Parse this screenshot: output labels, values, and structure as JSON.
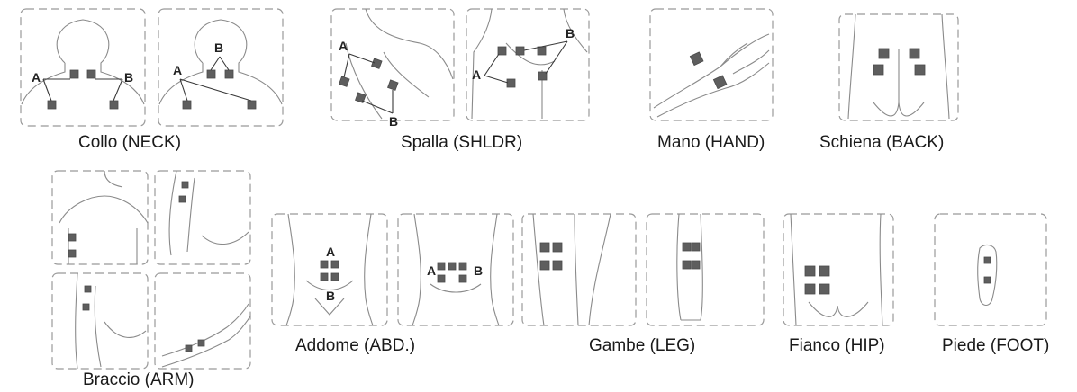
{
  "placements": [
    {
      "id": "neck",
      "caption": "Collo (NECK)",
      "markers": [
        "A",
        "B",
        "A",
        "B"
      ]
    },
    {
      "id": "shoulder",
      "caption": "Spalla (SHLDR)",
      "markers": [
        "A",
        "B",
        "A",
        "B"
      ]
    },
    {
      "id": "hand",
      "caption": "Mano (HAND)",
      "markers": []
    },
    {
      "id": "back",
      "caption": "Schiena (BACK)",
      "markers": []
    },
    {
      "id": "arm",
      "caption": "Braccio (ARM)",
      "markers": []
    },
    {
      "id": "abdomen",
      "caption": "Addome (ABD.)",
      "markers": [
        "A",
        "B",
        "A",
        "B"
      ]
    },
    {
      "id": "leg",
      "caption": "Gambe (LEG)",
      "markers": []
    },
    {
      "id": "hip",
      "caption": "Fianco (HIP)",
      "markers": []
    },
    {
      "id": "foot",
      "caption": "Piede (FOOT)",
      "markers": []
    }
  ],
  "colors": {
    "pad": "#5e5e5e",
    "outline": "#8a8a8a",
    "frame": "#999999"
  }
}
